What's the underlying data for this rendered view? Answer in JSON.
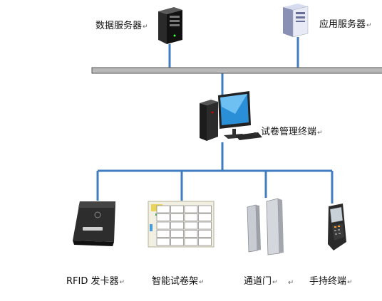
{
  "nodes": {
    "data_server": {
      "label": "数据服务器",
      "mark": "↵"
    },
    "app_server": {
      "label": "应用服务器",
      "mark": "↵"
    },
    "exam_terminal": {
      "label": "试卷管理终端",
      "mark": "↵"
    },
    "rfid_writer": {
      "label": "RFID 发卡器",
      "mark": "↵"
    },
    "smart_shelf": {
      "label": "智能试卷架",
      "mark": "↵"
    },
    "gate": {
      "label": "通道门",
      "mark": "↵"
    },
    "handheld": {
      "label": "手持终端",
      "mark": "↵"
    }
  },
  "stray_marks": [
    "↵"
  ],
  "colors": {
    "link": "#3f7cc0",
    "bus": "#b8b8b8",
    "bus_border": "#555555"
  }
}
